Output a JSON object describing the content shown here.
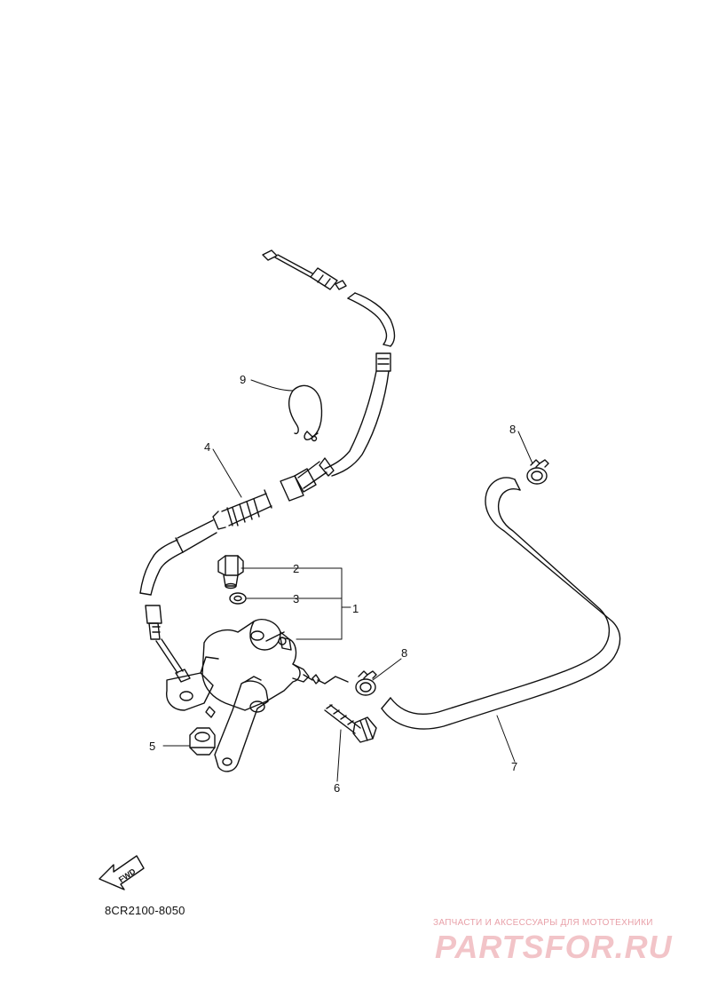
{
  "diagram": {
    "parts": [
      {
        "num": "1",
        "name": "oil-pump-assembly"
      },
      {
        "num": "2",
        "name": "bolt-union"
      },
      {
        "num": "3",
        "name": "gasket"
      },
      {
        "num": "4",
        "name": "pump-cable"
      },
      {
        "num": "5",
        "name": "nut"
      },
      {
        "num": "6",
        "name": "bolt"
      },
      {
        "num": "7",
        "name": "oil-hose"
      },
      {
        "num": "8",
        "name": "hose-clip"
      },
      {
        "num": "9",
        "name": "cable-clamp"
      }
    ],
    "fwd_label": "FWD",
    "drawing_code": "8CR2100-8050"
  },
  "watermark": {
    "subtitle": "ЗАПЧАСТИ И АКСЕССУАРЫ ДЛЯ МОТОТЕХНИКИ",
    "brand": "PARTSFOR.RU"
  },
  "colors": {
    "line": "#111111",
    "watermark": "#f2c4c8"
  }
}
